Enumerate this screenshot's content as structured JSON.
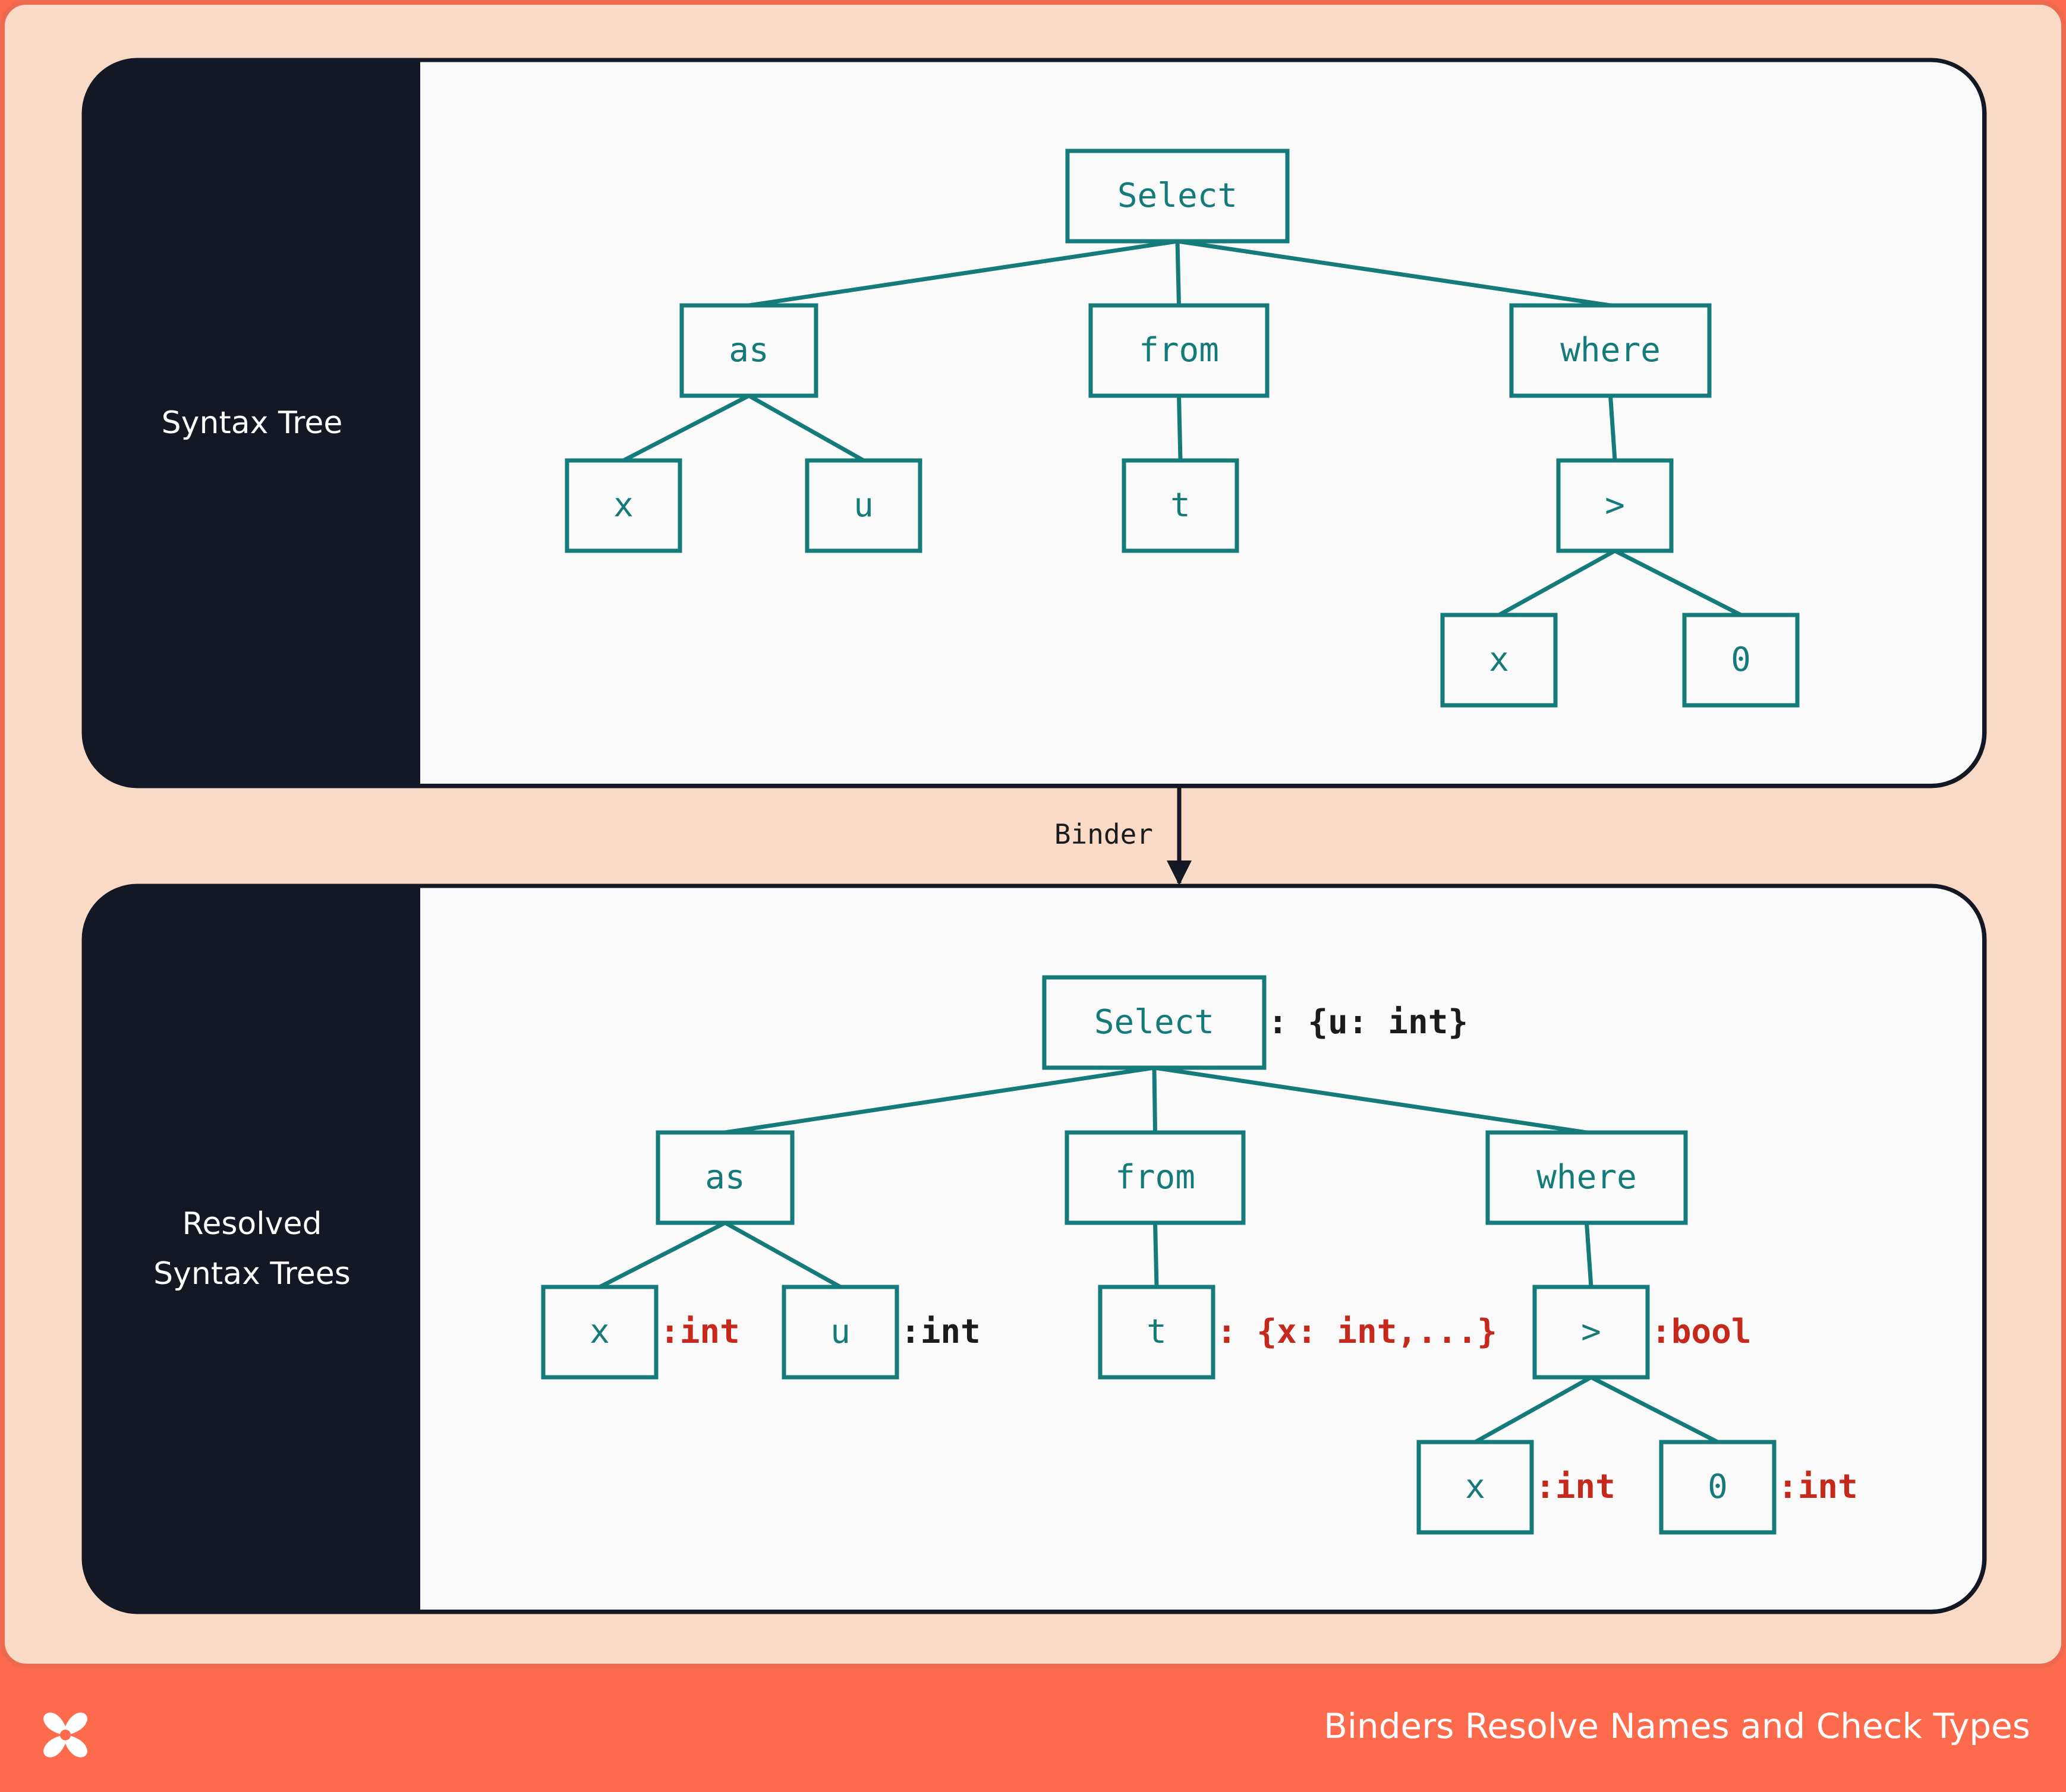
{
  "colors": {
    "background": "#f9dac7",
    "frame_border": "#ee6a4f",
    "footer": "#fd6a4c",
    "panel_dark": "#141824",
    "panel_light": "#fafafa",
    "node": "#147a7a",
    "type_red": "#c5291c",
    "type_black": "#1b1b1b",
    "arrow": "#141824"
  },
  "panels": [
    {
      "label": "Syntax Tree"
    },
    {
      "label": "Resolved\nSyntax Trees"
    }
  ],
  "edge_label": "Binder",
  "footer": {
    "title": "Binders Resolve Names and Check Types",
    "logo_icon": "x-logo-icon"
  },
  "syntax_tree": {
    "nodes": [
      {
        "id": "select",
        "label": "Select"
      },
      {
        "id": "as",
        "label": "as"
      },
      {
        "id": "from",
        "label": "from"
      },
      {
        "id": "where",
        "label": "where"
      },
      {
        "id": "x1",
        "label": "x"
      },
      {
        "id": "u",
        "label": "u"
      },
      {
        "id": "t",
        "label": "t"
      },
      {
        "id": "gt",
        "label": ">"
      },
      {
        "id": "x2",
        "label": "x"
      },
      {
        "id": "zero",
        "label": "0"
      }
    ],
    "edges": [
      [
        "select",
        "as"
      ],
      [
        "select",
        "from"
      ],
      [
        "select",
        "where"
      ],
      [
        "as",
        "x1"
      ],
      [
        "as",
        "u"
      ],
      [
        "from",
        "t"
      ],
      [
        "where",
        "gt"
      ],
      [
        "gt",
        "x2"
      ],
      [
        "gt",
        "zero"
      ]
    ]
  },
  "resolved_tree": {
    "nodes": [
      {
        "id": "select",
        "label": "Select",
        "type": ": {u: int}",
        "type_color": "black"
      },
      {
        "id": "as",
        "label": "as"
      },
      {
        "id": "from",
        "label": "from"
      },
      {
        "id": "where",
        "label": "where"
      },
      {
        "id": "x1",
        "label": "x",
        "type": ":int",
        "type_color": "red"
      },
      {
        "id": "u",
        "label": "u",
        "type": ":int",
        "type_color": "black"
      },
      {
        "id": "t",
        "label": "t",
        "type": ": {x: int,...}",
        "type_color": "red"
      },
      {
        "id": "gt",
        "label": ">",
        "type": ":bool",
        "type_color": "red"
      },
      {
        "id": "x2",
        "label": "x",
        "type": ":int",
        "type_color": "red"
      },
      {
        "id": "zero",
        "label": "0",
        "type": ":int",
        "type_color": "red"
      }
    ],
    "edges": [
      [
        "select",
        "as"
      ],
      [
        "select",
        "from"
      ],
      [
        "select",
        "where"
      ],
      [
        "as",
        "x1"
      ],
      [
        "as",
        "u"
      ],
      [
        "from",
        "t"
      ],
      [
        "where",
        "gt"
      ],
      [
        "gt",
        "x2"
      ],
      [
        "gt",
        "zero"
      ]
    ]
  }
}
